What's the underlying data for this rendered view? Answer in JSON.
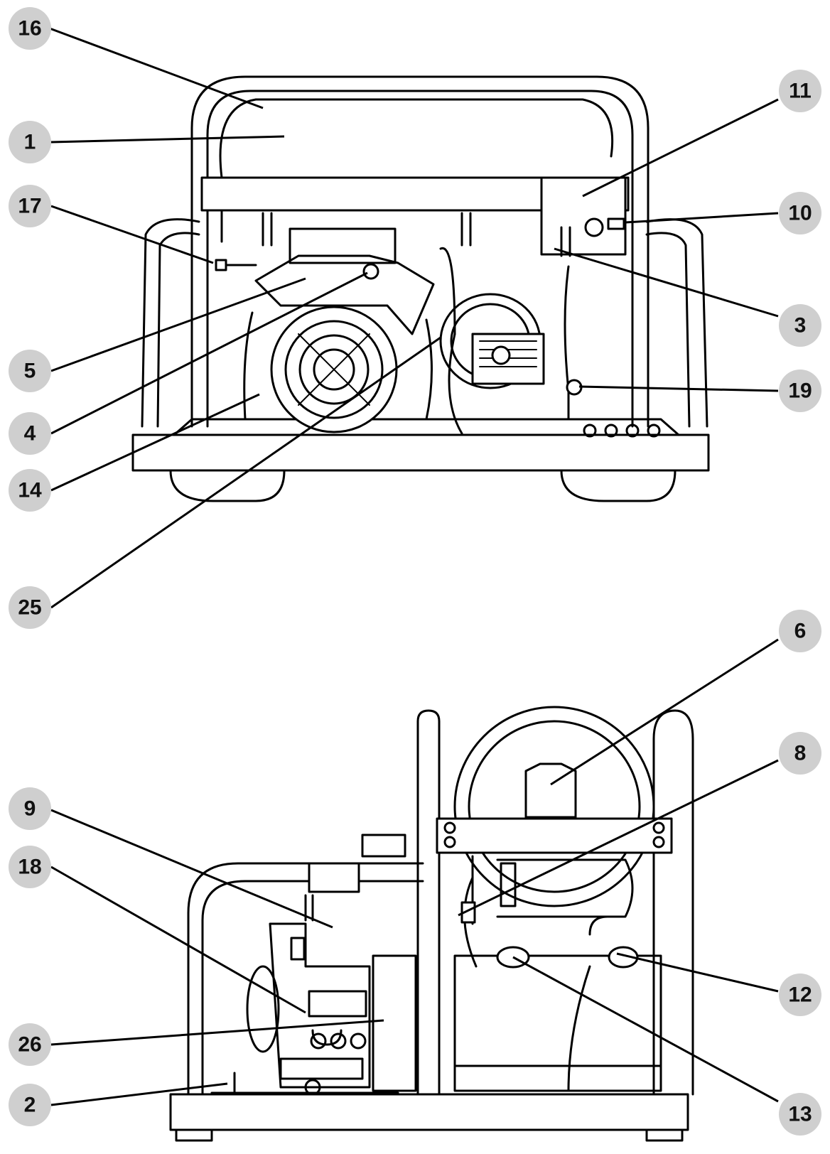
{
  "callouts": {
    "c16": "16",
    "c1": "1",
    "c17": "17",
    "c5": "5",
    "c4": "4",
    "c14": "14",
    "c25": "25",
    "c11": "11",
    "c10": "10",
    "c3": "3",
    "c19": "19",
    "c9": "9",
    "c18": "18",
    "c26": "26",
    "c2": "2",
    "c6": "6",
    "c8": "8",
    "c12": "12",
    "c13": "13"
  }
}
